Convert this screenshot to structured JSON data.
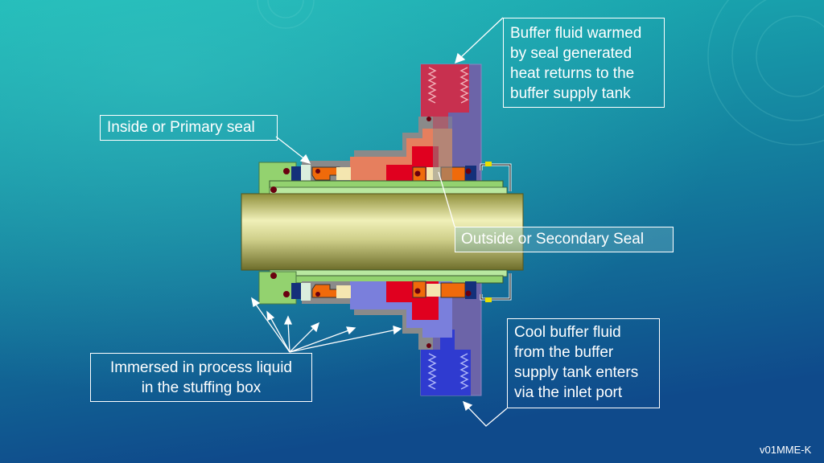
{
  "slide": {
    "version": "v01MME-K",
    "colors": {
      "bg_top": "#1bb7b6",
      "bg_bottom": "#104c8c",
      "shaft": "#cfcf8a",
      "gland": "#93d26f",
      "hot_port": "#c8304f",
      "cold_port": "#2f3bd0",
      "buffer_housing": "#6c64a8",
      "warm_area": "#e67f5e",
      "cool_area": "#7a7fdc",
      "seal_red": "#e0001f",
      "seal_orange": "#f06a0a"
    }
  },
  "labels": {
    "warm_return": [
      "Buffer fluid warmed",
      "by seal generated",
      "heat returns to the",
      "buffer supply tank"
    ],
    "primary_seal": "Inside or Primary seal",
    "secondary_seal": "Outside or Secondary Seal",
    "cool_inlet": [
      "Cool buffer fluid",
      "from the buffer",
      "supply tank enters",
      "via the inlet port"
    ],
    "immersed": [
      "Immersed in process liquid",
      "in the stuffing box"
    ]
  }
}
